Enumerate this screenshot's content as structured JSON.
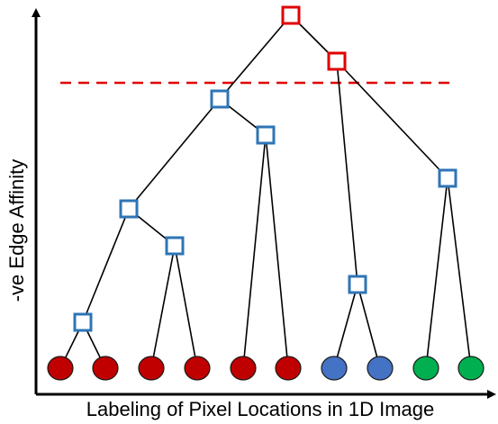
{
  "axes": {
    "x_label": "Labeling of Pixel Locations in 1D Image",
    "y_label": "-ve Edge Affinity"
  },
  "colors": {
    "axis": "#000000",
    "edge": "#000000",
    "merged_node": "#2e75b6",
    "cut_node": "#e00000",
    "threshold": "#e00000",
    "label_red": "#c00000",
    "label_blue": "#4472c4",
    "label_green": "#00b050"
  },
  "leaves": [
    {
      "id": "L1",
      "label_color": "red"
    },
    {
      "id": "L2",
      "label_color": "red"
    },
    {
      "id": "L3",
      "label_color": "red"
    },
    {
      "id": "L4",
      "label_color": "red"
    },
    {
      "id": "L5",
      "label_color": "red"
    },
    {
      "id": "L6",
      "label_color": "red"
    },
    {
      "id": "L7",
      "label_color": "blue"
    },
    {
      "id": "L8",
      "label_color": "blue"
    },
    {
      "id": "L9",
      "label_color": "green"
    },
    {
      "id": "L10",
      "label_color": "green"
    }
  ],
  "merges": [
    {
      "id": "M1",
      "children": [
        "L1",
        "L2"
      ],
      "state": "merged"
    },
    {
      "id": "M2",
      "children": [
        "L3",
        "L4"
      ],
      "state": "merged"
    },
    {
      "id": "M3",
      "children": [
        "M1",
        "M2"
      ],
      "state": "merged"
    },
    {
      "id": "M4",
      "children": [
        "L5",
        "L6"
      ],
      "state": "merged"
    },
    {
      "id": "M5",
      "children": [
        "M3",
        "M4"
      ],
      "state": "merged"
    },
    {
      "id": "M6",
      "children": [
        "L7",
        "L8"
      ],
      "state": "merged"
    },
    {
      "id": "M7",
      "children": [
        "L9",
        "L10"
      ],
      "state": "merged"
    },
    {
      "id": "M8",
      "children": [
        "M6",
        "M7"
      ],
      "state": "cut"
    },
    {
      "id": "M9",
      "children": [
        "M5",
        "M8"
      ],
      "state": "cut"
    }
  ],
  "threshold": {
    "style": "dashed"
  }
}
